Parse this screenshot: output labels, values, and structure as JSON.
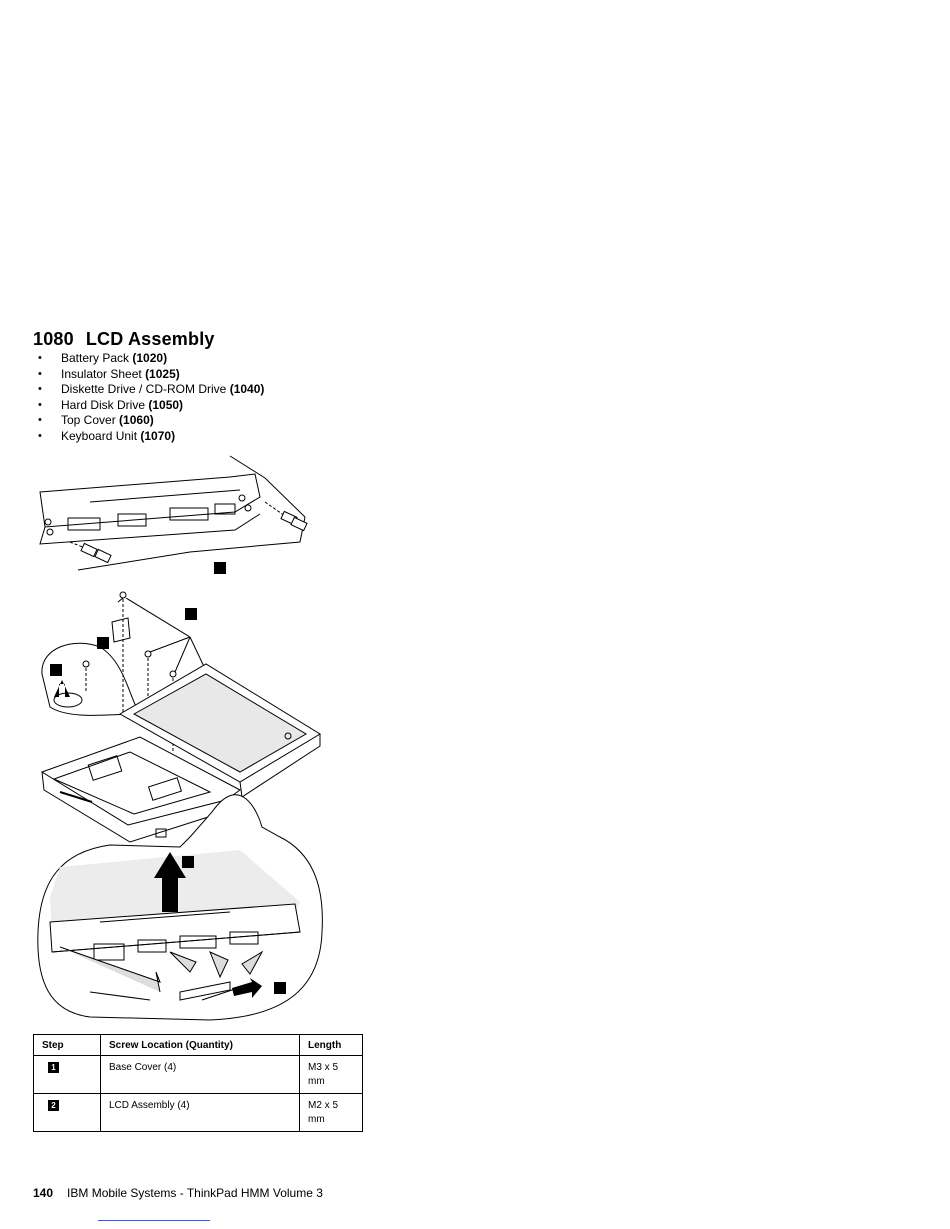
{
  "section": {
    "number": "1080",
    "title": "LCD Assembly"
  },
  "prerequisites": [
    {
      "label": "Battery Pack",
      "ref": "(1020)"
    },
    {
      "label": "Insulator Sheet",
      "ref": "(1025)"
    },
    {
      "label": "Diskette Drive / CD-ROM Drive",
      "ref": "(1040)"
    },
    {
      "label": "Hard Disk Drive",
      "ref": "(1050)"
    },
    {
      "label": "Top Cover",
      "ref": "(1060)"
    },
    {
      "label": "Keyboard Unit",
      "ref": "(1070)"
    }
  ],
  "table": {
    "headers": [
      "Step",
      "Screw Location (Quantity)",
      "Length"
    ],
    "rows": [
      {
        "step": "1",
        "location": "Base Cover (4)",
        "length": "M3 x 5 mm"
      },
      {
        "step": "2",
        "location": "LCD Assembly (4)",
        "length": "M2 x 5 mm"
      }
    ]
  },
  "footer": {
    "page": "140",
    "text": "IBM Mobile Systems - ThinkPad HMM Volume 3"
  }
}
